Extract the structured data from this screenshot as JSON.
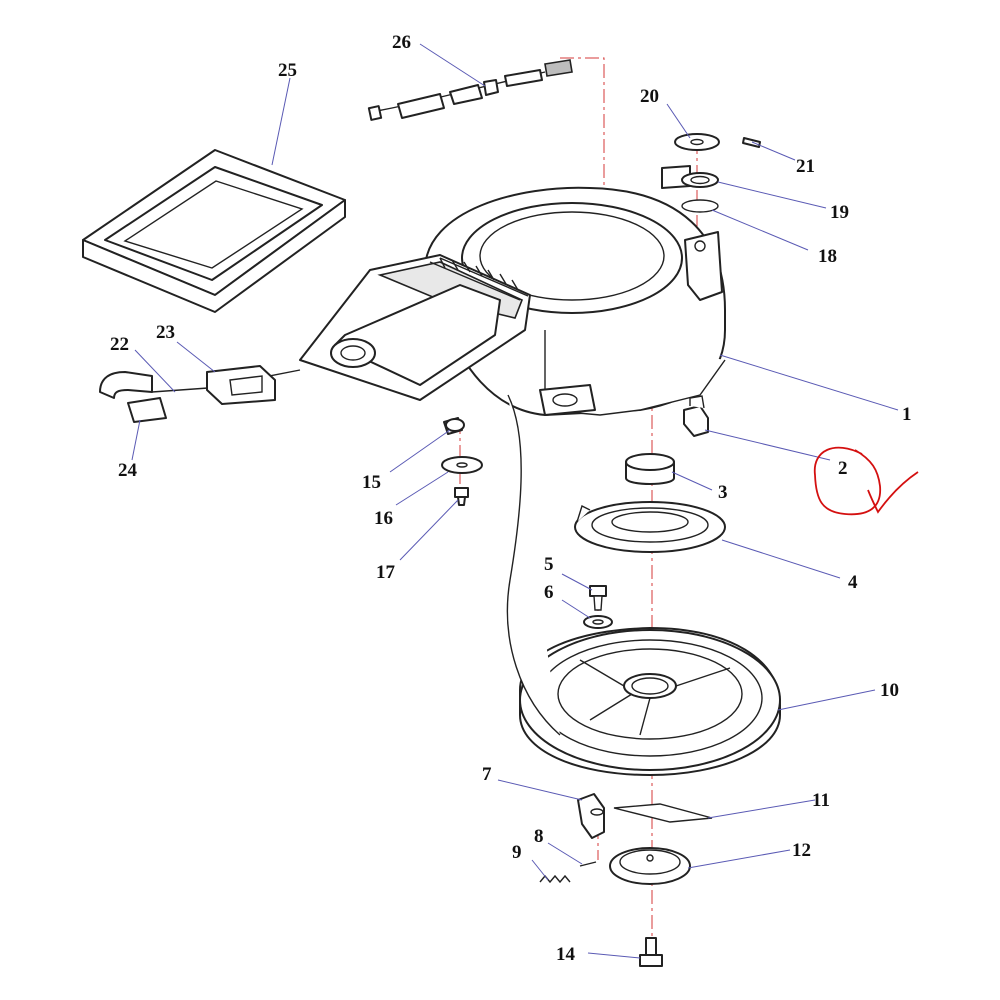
{
  "callouts": {
    "p1": "1",
    "p2": "2",
    "p3": "3",
    "p4": "4",
    "p5": "5",
    "p6": "6",
    "p7": "7",
    "p8": "8",
    "p9": "9",
    "p10": "10",
    "p11": "11",
    "p12": "12",
    "p14": "14",
    "p15": "15",
    "p16": "16",
    "p17": "17",
    "p18": "18",
    "p19": "19",
    "p20": "20",
    "p21": "21",
    "p22": "22",
    "p23": "23",
    "p24": "24",
    "p25": "25",
    "p26": "26"
  },
  "colors": {
    "leader": "#5a5ab4",
    "axis": "#d43a3a",
    "markup": "#d41010"
  }
}
